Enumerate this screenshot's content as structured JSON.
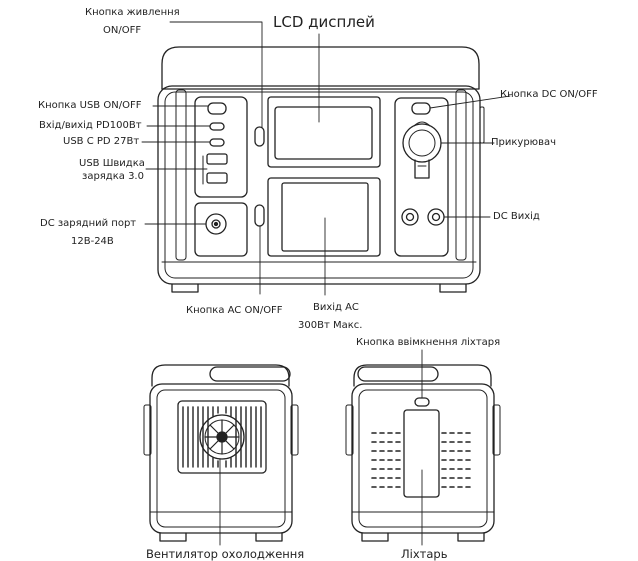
{
  "labels": {
    "power_button_line1": "Кнопка живлення",
    "power_button_line2": "ON/OFF",
    "lcd_display": "LCD дисплей",
    "usb_button": "Кнопка USB ON/OFF",
    "usb_pd100": "Вхід/вихід PD100Вт",
    "usb_c_pd27": "USB C PD 27Вт",
    "usb_quick_line1": "USB Швидка",
    "usb_quick_line2": "зарядка 3.0",
    "dc_charge_port": "DC зарядний порт",
    "dc_charge_voltage": "12В-24В",
    "ac_button": "Кнопка AC ON/OFF",
    "ac_output": "Вихід AC",
    "ac_output_power": "300Вт Макс.",
    "dc_button": "Кнопка DC  ON/OFF",
    "car_socket": "Прикурювач",
    "dc_output": "DC Вихід",
    "lamp_button": "Кнопка ввімкнення ліхтаря",
    "cooling_fan": "Вентилятор охолодження",
    "lamp": "Ліхтарь"
  }
}
